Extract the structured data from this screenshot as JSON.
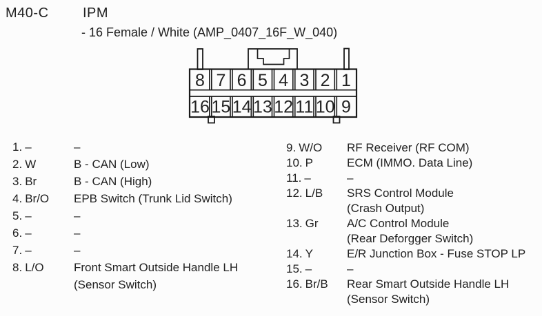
{
  "header": {
    "connector_id": "M40-C",
    "module": "IPM",
    "subtitle": "- 16 Female / White (AMP_0407_16F_W_040)"
  },
  "connector": {
    "description": "16-pin female connector, two rows",
    "top_row": [
      "8",
      "7",
      "6",
      "5",
      "4",
      "3",
      "2",
      "1"
    ],
    "bottom_row": [
      "16",
      "15",
      "14",
      "13",
      "12",
      "11",
      "10",
      "9"
    ]
  },
  "pin_table": {
    "left": [
      {
        "num": "1.",
        "color": "–",
        "function": "–",
        "function2": ""
      },
      {
        "num": "2.",
        "color": "W",
        "function": "B - CAN (Low)",
        "function2": ""
      },
      {
        "num": "3.",
        "color": "Br",
        "function": "B - CAN (High)",
        "function2": ""
      },
      {
        "num": "4.",
        "color": "Br/O",
        "function": "EPB Switch (Trunk Lid Switch)",
        "function2": ""
      },
      {
        "num": "5.",
        "color": "–",
        "function": "–",
        "function2": ""
      },
      {
        "num": "6.",
        "color": "–",
        "function": "–",
        "function2": ""
      },
      {
        "num": "7.",
        "color": "–",
        "function": "–",
        "function2": ""
      },
      {
        "num": "8.",
        "color": "L/O",
        "function": "Front Smart Outside Handle LH",
        "function2": "(Sensor Switch)"
      }
    ],
    "right": [
      {
        "num": "9.",
        "color": "W/O",
        "function": "RF Receiver (RF COM)",
        "function2": ""
      },
      {
        "num": "10.",
        "color": "P",
        "function": "ECM (IMMO. Data Line)",
        "function2": ""
      },
      {
        "num": "11.",
        "color": "–",
        "function": "–",
        "function2": ""
      },
      {
        "num": "12.",
        "color": "L/B",
        "function": "SRS Control Module",
        "function2": "(Crash Output)"
      },
      {
        "num": "13.",
        "color": "Gr",
        "function": "A/C Control Module",
        "function2": "(Rear Deforgger Switch)"
      },
      {
        "num": "14.",
        "color": "Y",
        "function": "E/R Junction Box - Fuse STOP LP",
        "function2": ""
      },
      {
        "num": "15.",
        "color": "–",
        "function": "–",
        "function2": ""
      },
      {
        "num": "16.",
        "color": "Br/B",
        "function": "Rear Smart Outside Handle LH",
        "function2": "(Sensor Switch)"
      }
    ]
  },
  "colors": {
    "line": "#1a1a1a",
    "text": "#212121",
    "background": "#fcfcfc"
  }
}
